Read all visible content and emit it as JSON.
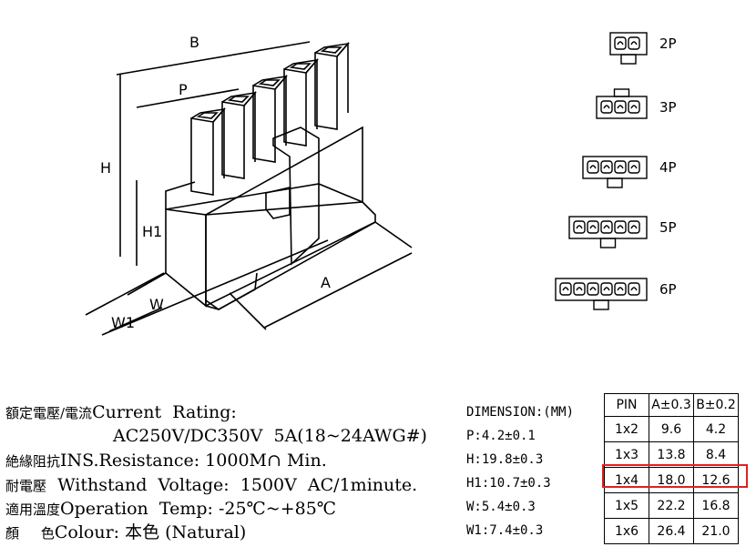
{
  "diagram": {
    "dim_labels": {
      "B": "B",
      "P": "P",
      "H": "H",
      "H1": "H1",
      "A": "A",
      "W": "W",
      "W1": "W1"
    },
    "variants": [
      {
        "label": "2P",
        "pins": 2
      },
      {
        "label": "3P",
        "pins": 3
      },
      {
        "label": "4P",
        "pins": 4
      },
      {
        "label": "5P",
        "pins": 5
      },
      {
        "label": "6P",
        "pins": 6
      }
    ]
  },
  "specs": [
    {
      "cjk": "額定電壓/電流",
      "text": "Current  Rating:"
    },
    {
      "cjk": "",
      "text": "AC250V/DC350V  5A(18~24AWG#)"
    },
    {
      "cjk": "絶緣阻抗",
      "text": "INS.Resistance: 1000M∩ Min."
    },
    {
      "cjk": "耐電壓",
      "text": "  Withstand  Voltage:  1500V  AC/1minute."
    },
    {
      "cjk": "適用溫度",
      "text": "Operation  Temp: -25℃~+85℃"
    },
    {
      "cjk": "顏     色",
      "text": "Colour: 本色 (Natural)"
    }
  ],
  "dimensions": {
    "title": "DIMENSION:(MM)",
    "items": [
      "P:4.2±0.1",
      "H:19.8±0.3",
      "H1:10.7±0.3",
      "W:5.4±0.3",
      "W1:7.4±0.3"
    ]
  },
  "table": {
    "headers": [
      "PIN",
      "A±0.3",
      "B±0.2"
    ],
    "rows": [
      [
        "1x2",
        "9.6",
        "4.2"
      ],
      [
        "1x3",
        "13.8",
        "8.4"
      ],
      [
        "1x4",
        "18.0",
        "12.6"
      ],
      [
        "1x5",
        "22.2",
        "16.8"
      ],
      [
        "1x6",
        "26.4",
        "21.0"
      ]
    ],
    "highlighted_row": "1x4",
    "highlight_color": "#e02020"
  }
}
